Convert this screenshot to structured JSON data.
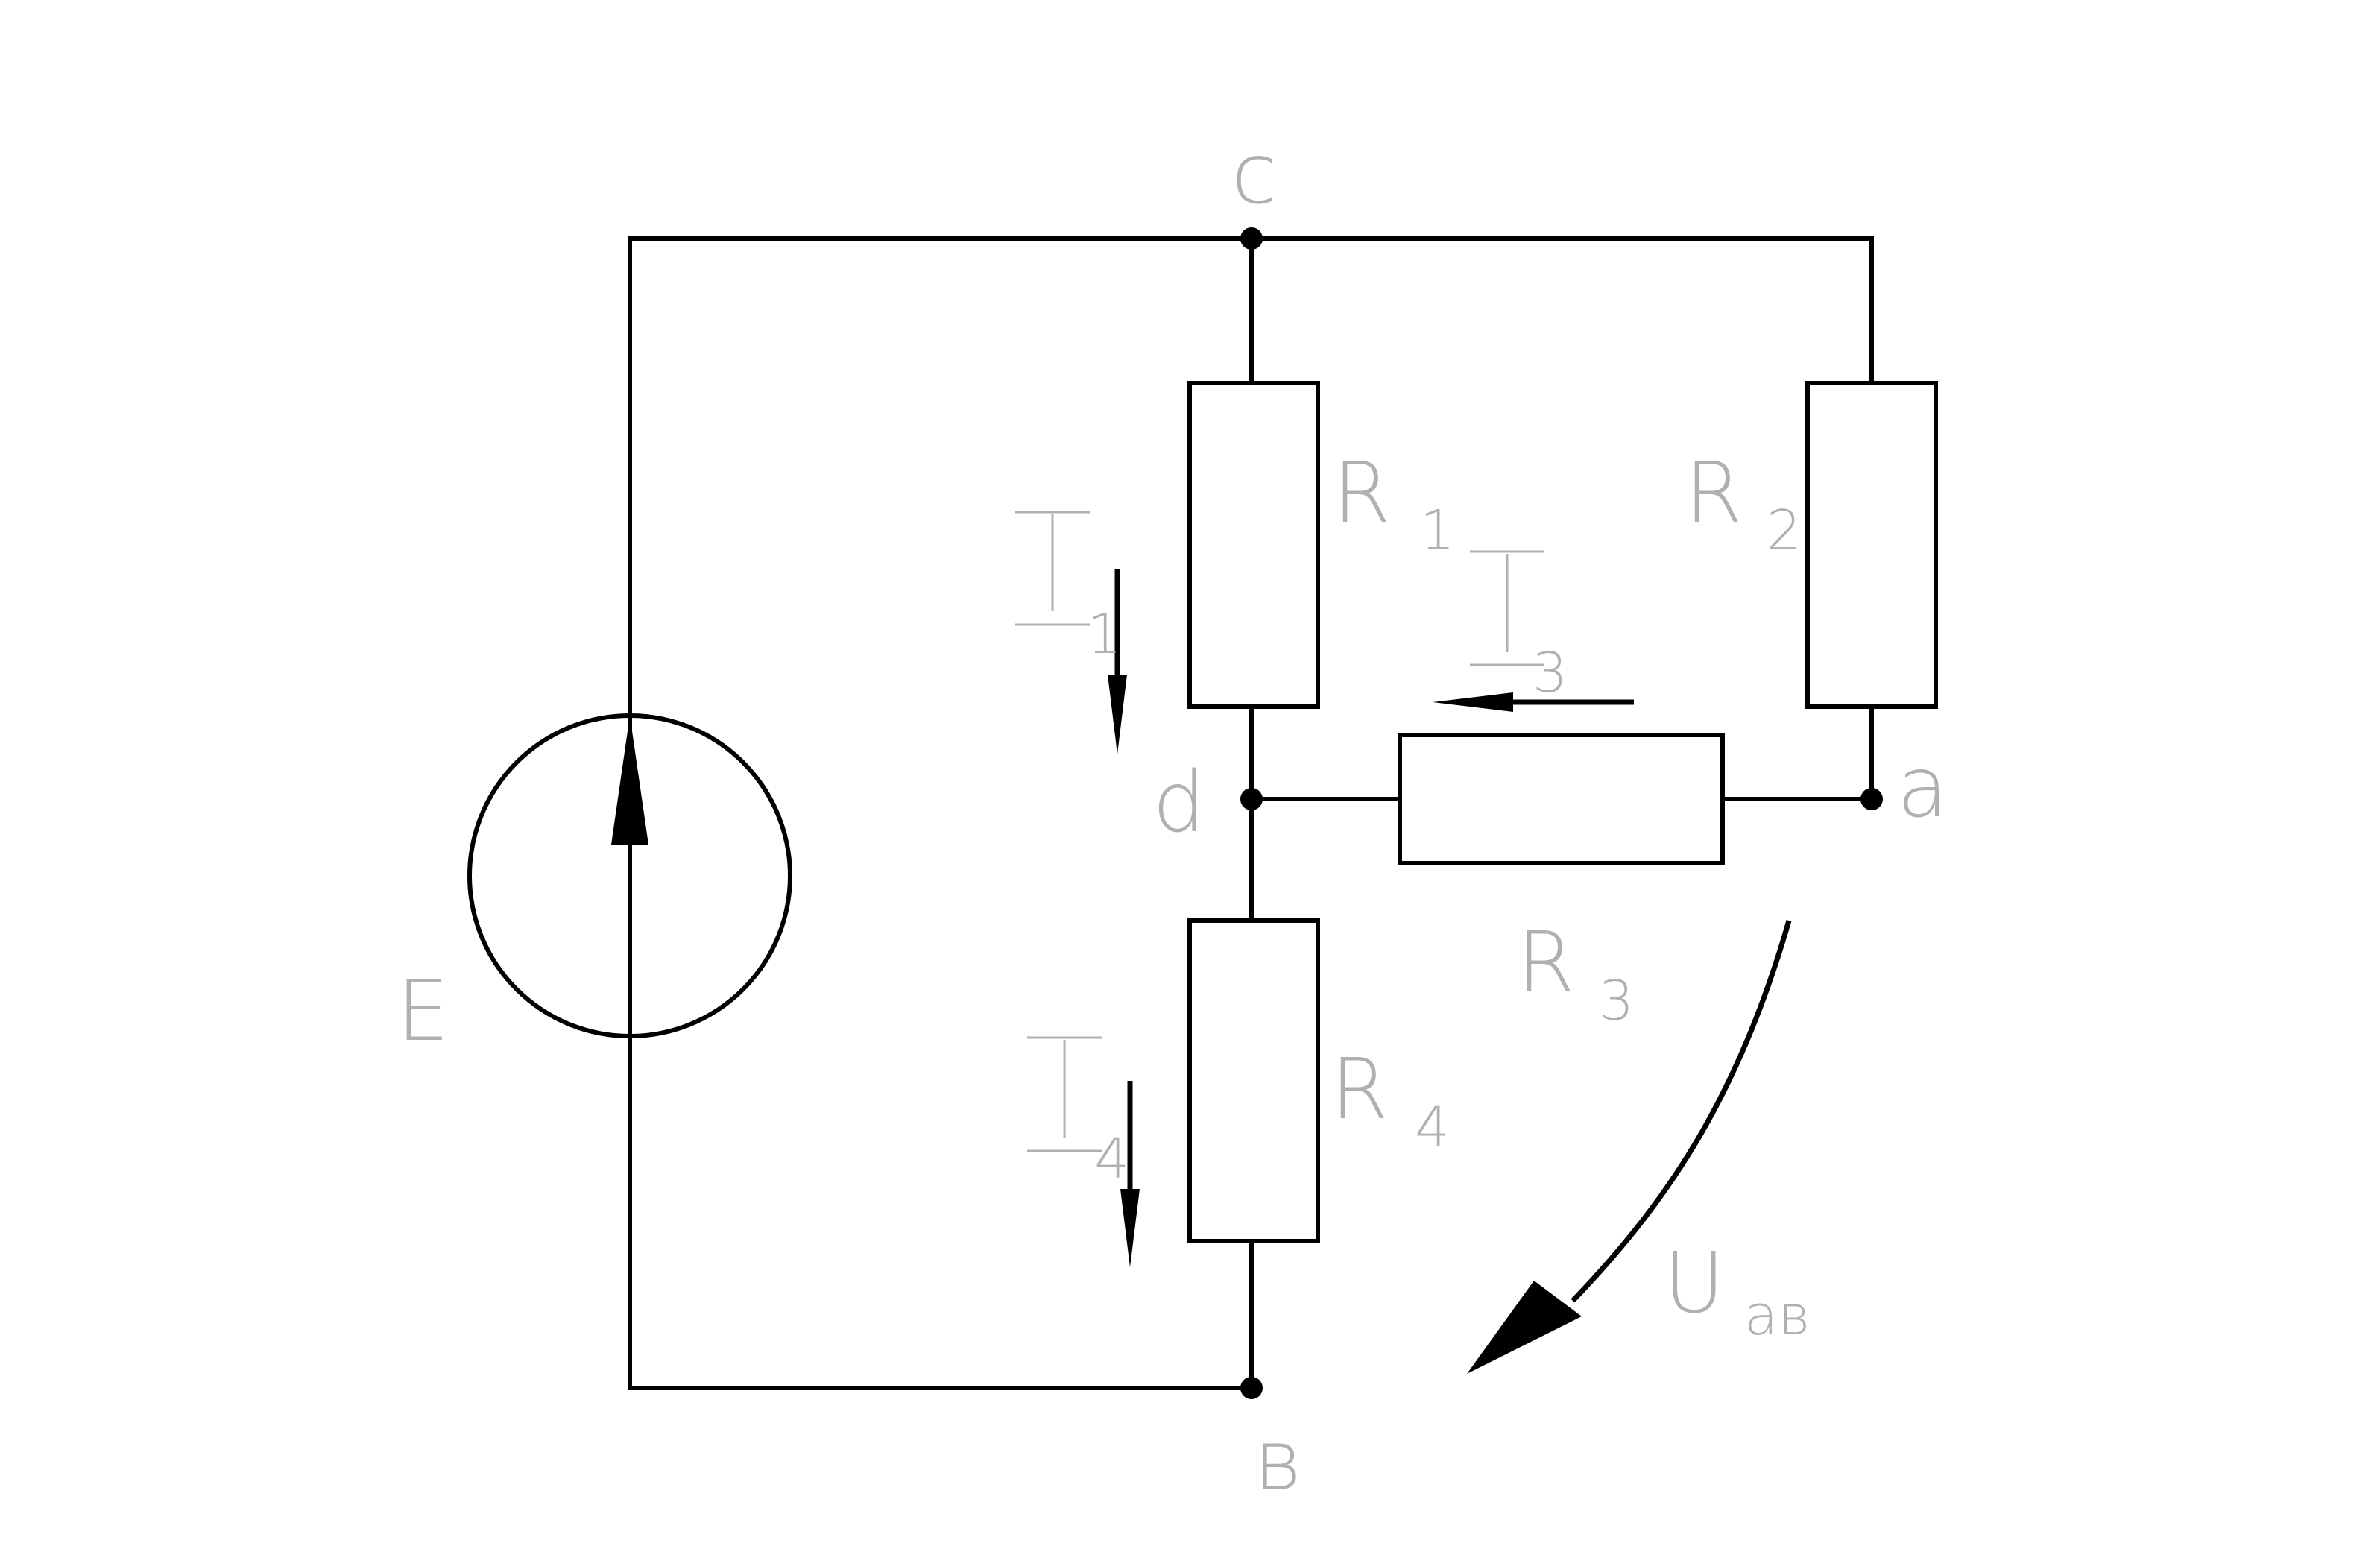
{
  "colors": {
    "wire": "#000000",
    "label": "#b0b0b0",
    "background": "#ffffff"
  },
  "nodes": {
    "c": "c",
    "d": "d",
    "a": "a",
    "b": "в"
  },
  "source": {
    "label": "E"
  },
  "resistors": {
    "r1": {
      "letter": "R",
      "index": "1"
    },
    "r2": {
      "letter": "R",
      "index": "2"
    },
    "r3": {
      "letter": "R",
      "index": "3"
    },
    "r4": {
      "letter": "R",
      "index": "4"
    }
  },
  "currents": {
    "i1": {
      "letter": "I",
      "index": "1"
    },
    "i3": {
      "letter": "I",
      "index": "3"
    },
    "i4": {
      "letter": "I",
      "index": "4"
    }
  },
  "voltage": {
    "letter": "U",
    "index": "aв"
  }
}
